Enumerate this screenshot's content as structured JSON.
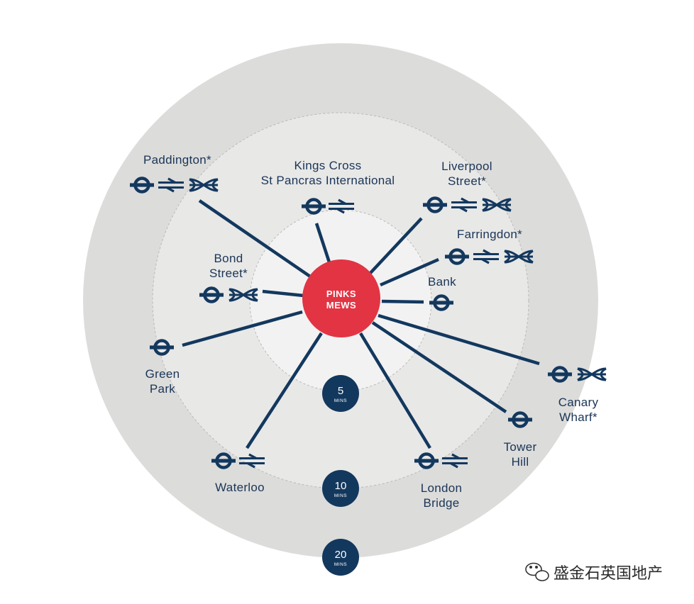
{
  "center": {
    "line1": "PINKS",
    "line2": "MEWS",
    "color": "#e23443"
  },
  "colors": {
    "navy": "#13385e",
    "ring_outer": "#dcdcdb",
    "ring_mid": "#e8e8e7",
    "ring_inner": "#f2f2f2"
  },
  "rings": [
    {
      "num": "5",
      "unit": "MINS"
    },
    {
      "num": "10",
      "unit": "MINS"
    },
    {
      "num": "20",
      "unit": "MINS"
    }
  ],
  "stations": {
    "paddington": {
      "lines": [
        "Paddington*"
      ],
      "icons": [
        "underground-roundel",
        "national-rail",
        "heathrow-express"
      ]
    },
    "kings_cross": {
      "lines": [
        "Kings Cross",
        "St Pancras International"
      ],
      "icons": [
        "underground-roundel",
        "national-rail"
      ]
    },
    "liverpool_street": {
      "lines": [
        "Liverpool",
        "Street*"
      ],
      "icons": [
        "underground-roundel",
        "national-rail",
        "heathrow-express"
      ]
    },
    "farringdon": {
      "lines": [
        "Farringdon*"
      ],
      "icons": [
        "underground-roundel",
        "national-rail",
        "heathrow-express"
      ]
    },
    "bond_street": {
      "lines": [
        "Bond",
        "Street*"
      ],
      "icons": [
        "underground-roundel",
        "heathrow-express"
      ]
    },
    "bank": {
      "lines": [
        "Bank"
      ],
      "icons": [
        "underground-roundel"
      ]
    },
    "green_park": {
      "lines": [
        "Green",
        "Park"
      ],
      "icons": [
        "underground-roundel"
      ]
    },
    "canary_wharf": {
      "lines": [
        "Canary",
        "Wharf*"
      ],
      "icons": [
        "underground-roundel",
        "heathrow-express"
      ]
    },
    "tower_hill": {
      "lines": [
        "Tower",
        "Hill"
      ],
      "icons": [
        "underground-roundel"
      ]
    },
    "waterloo": {
      "lines": [
        "Waterloo"
      ],
      "icons": [
        "underground-roundel",
        "national-rail"
      ]
    },
    "london_bridge": {
      "lines": [
        "London",
        "Bridge"
      ],
      "icons": [
        "underground-roundel",
        "national-rail"
      ]
    }
  },
  "watermark": {
    "text": "盛金石英国地产",
    "icon": "wechat-icon"
  }
}
